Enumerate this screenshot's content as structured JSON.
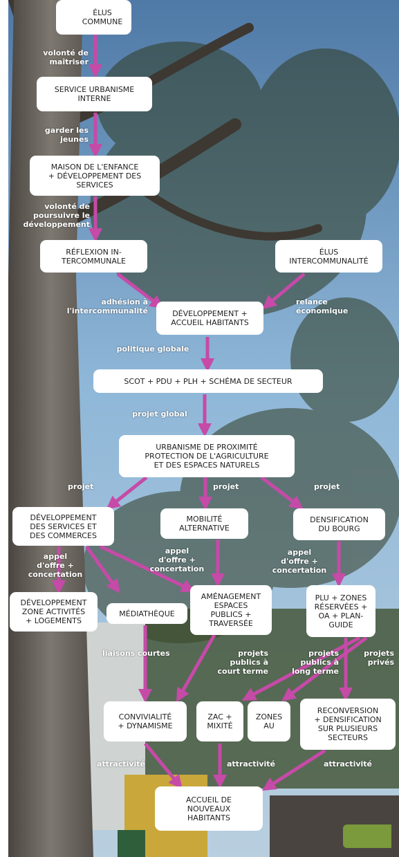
{
  "colors": {
    "arrow": "#c64aa8",
    "node_bg": "#ffffff",
    "label": "#ffffff",
    "sky": "#8fb7d8",
    "tab": "#7a9a3c"
  },
  "icons": {
    "top": "people-icon"
  },
  "nodes": {
    "elus_commune": "ÉLUS\nCOMMUNE",
    "service_urbanisme": "SERVICE URBANISME\nINTERNE",
    "maison_enfance": "MAISON DE L'ENFANCE\n+ DÉVELOPPEMENT DES\nSERVICES",
    "reflexion": "RÉFLEXION       IN-\nTERCOMMUNALE",
    "elus_intercom": "ÉLUS\nINTERCOMMUNALITÉ",
    "developpement_accueil": "DÉVELOPPEMENT +\nACCUEIL HABITANTS",
    "scot": "SCOT + PDU + PLH + SCHÉMA DE SECTEUR",
    "urbanisme_proximite": "URBANISME DE PROXIMITÉ\nPROTECTION DE L'AGRICULTURE\nET DES ESPACES NATURELS",
    "dev_services_commerces": "DÉVELOPPEMENT\nDES SERVICES ET\nDES COMMERCES",
    "mobilite": "MOBILITÉ\nALTERNATIVE",
    "densification_bourg": "DENSIFICATION\nDU BOURG",
    "dev_zone_activites": "DÉVELOPPEMENT\nZONE ACTIVITÉS\n+ LOGEMENTS",
    "mediatheque": "MÉDIATHÈQUE",
    "amenagement": "AMÉNAGEMENT\nESPACES\nPUBLICS +\nTRAVERSÉE",
    "plu": "PLU + ZONES\nRÉSERVÉES +\nOA + PLAN-\nGUIDE",
    "convivialite": "CONVIVIALITÉ\n+ DYNAMISME",
    "zac": "ZAC +\nMIXITÉ",
    "zones_au": "ZONES\nAU",
    "reconversion": "RECONVERSION\n+ DENSIFICATION\nSUR PLUSIEURS\nSECTEURS",
    "accueil_nouveaux": "ACCUEIL DE\nNOUVEAUX\nHABITANTS"
  },
  "labels": {
    "volonte_maitriser": "volonté de\nmaîtriser",
    "garder_jeunes": "garder les\njeunes",
    "volonte_poursuivre": "volonté de\npoursuivre le\ndéveloppement",
    "adhesion": "adhésion à\nl'intercommunalité",
    "relance": "relance\néconomique",
    "politique_globale": "politique globale",
    "projet_global": "projet global",
    "projet_left": "projet",
    "projet_mid": "projet",
    "projet_right": "projet",
    "appel_left": "appel\nd'offre +\nconcertation",
    "appel_mid": "appel\nd'offre +\nconcertation",
    "appel_right": "appel\nd'offre +\nconcertation",
    "liaisons_courtes": "liaisons courtes",
    "projets_court": "projets\npublics à\ncourt terme",
    "projets_long": "projets\npublics à\nlong terme",
    "projets_prives": "projets\nprivés",
    "attractivite_left": "attractivité",
    "attractivite_mid": "attractivité",
    "attractivite_right": "attractivité"
  }
}
